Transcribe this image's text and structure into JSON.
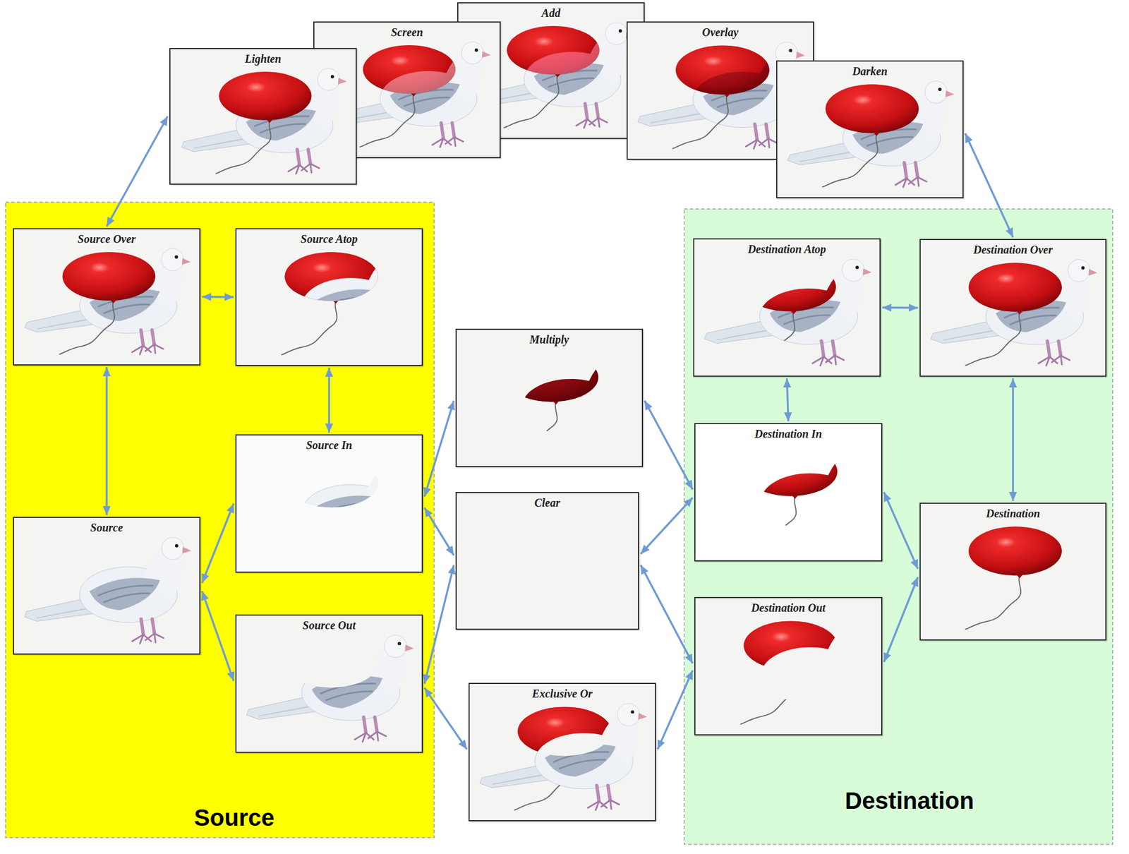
{
  "diagram": {
    "nodes": [
      {
        "text": [
          "Lighten"
        ]
      },
      {
        "text": [
          "Screen"
        ]
      },
      {
        "text": [
          "Add"
        ]
      },
      {
        "text": [
          "Overlay"
        ]
      },
      {
        "text": [
          "Darken"
        ]
      },
      {
        "text": [
          "Source"
        ]
      },
      {
        "text": [
          "Source Over"
        ],
        "in": 5
      },
      {
        "text": [
          "Source Atop"
        ],
        "in": 5
      },
      {
        "text": [
          "Source In"
        ],
        "in": 5
      },
      {
        "text": [
          "Source"
        ],
        "in": 5
      },
      {
        "text": [
          "Source Out"
        ],
        "in": 5
      },
      {
        "text": [
          "Multiply"
        ]
      },
      {
        "text": [
          "Clear"
        ]
      },
      {
        "text": [
          "Exclusive Or"
        ]
      },
      {
        "text": [
          "Destination"
        ]
      },
      {
        "text": [
          "Destination Atop"
        ],
        "in": 14
      },
      {
        "text": [
          "Destination Over"
        ],
        "in": 14
      },
      {
        "text": [
          "Destination In"
        ],
        "in": 14
      },
      {
        "text": [
          "Destination"
        ],
        "in": 14
      },
      {
        "text": [
          "Destination Out"
        ],
        "in": 14
      }
    ],
    "edges": [
      {
        "from": 0,
        "to": 6,
        "arrow": "both"
      },
      {
        "from": 4,
        "to": 16,
        "arrow": "both"
      },
      {
        "from": 6,
        "to": 7,
        "arrow": "both"
      },
      {
        "from": 6,
        "to": 9,
        "arrow": "both"
      },
      {
        "from": 7,
        "to": 8,
        "arrow": "both"
      },
      {
        "from": 9,
        "to": 8,
        "arrow": "both"
      },
      {
        "from": 9,
        "to": 10,
        "arrow": "both"
      },
      {
        "from": 8,
        "to": 11,
        "arrow": "both"
      },
      {
        "from": 8,
        "to": 12,
        "arrow": "both"
      },
      {
        "from": 10,
        "to": 12,
        "arrow": "both"
      },
      {
        "from": 10,
        "to": 13,
        "arrow": "both"
      },
      {
        "from": 11,
        "to": 17,
        "arrow": "both"
      },
      {
        "from": 12,
        "to": 17,
        "arrow": "both"
      },
      {
        "from": 12,
        "to": 19,
        "arrow": "both"
      },
      {
        "from": 13,
        "to": 19,
        "arrow": "both"
      },
      {
        "from": 15,
        "to": 16,
        "arrow": "both"
      },
      {
        "from": 15,
        "to": 17,
        "arrow": "both"
      },
      {
        "from": 16,
        "to": 18,
        "arrow": "both"
      },
      {
        "from": 17,
        "to": 18,
        "arrow": "both"
      },
      {
        "from": 19,
        "to": 18,
        "arrow": "both"
      }
    ]
  }
}
